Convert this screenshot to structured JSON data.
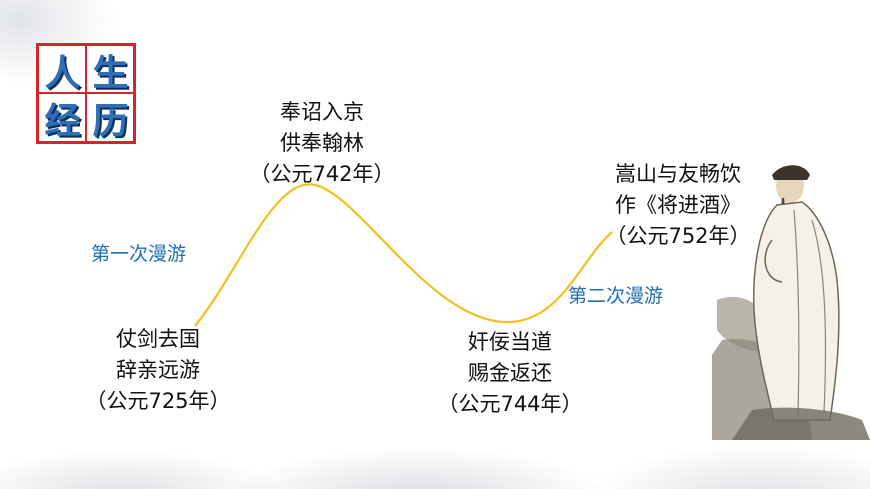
{
  "title": {
    "chars": [
      "人",
      "生",
      "经",
      "历"
    ]
  },
  "events": [
    {
      "line1": "仗剑去国",
      "line2": "辞亲远游",
      "year": "（公元725年）"
    },
    {
      "line1": "奉诏入京",
      "line2": "供奉翰林",
      "year": "（公元742年）"
    },
    {
      "line1": "奸佞当道",
      "line2": "赐金返还",
      "year": "（公元744年）"
    },
    {
      "line1": "嵩山与友畅饮",
      "line2": "作《将进酒》",
      "year": "（公元752年）"
    }
  ],
  "journeys": [
    "第一次漫游",
    "第二次漫游"
  ],
  "colors": {
    "title_text": "#2f6fb8",
    "title_border": "#d8232a",
    "curve": "#f0c020",
    "journey_text": "#1d6fb3"
  },
  "illustration": "poet-figure"
}
